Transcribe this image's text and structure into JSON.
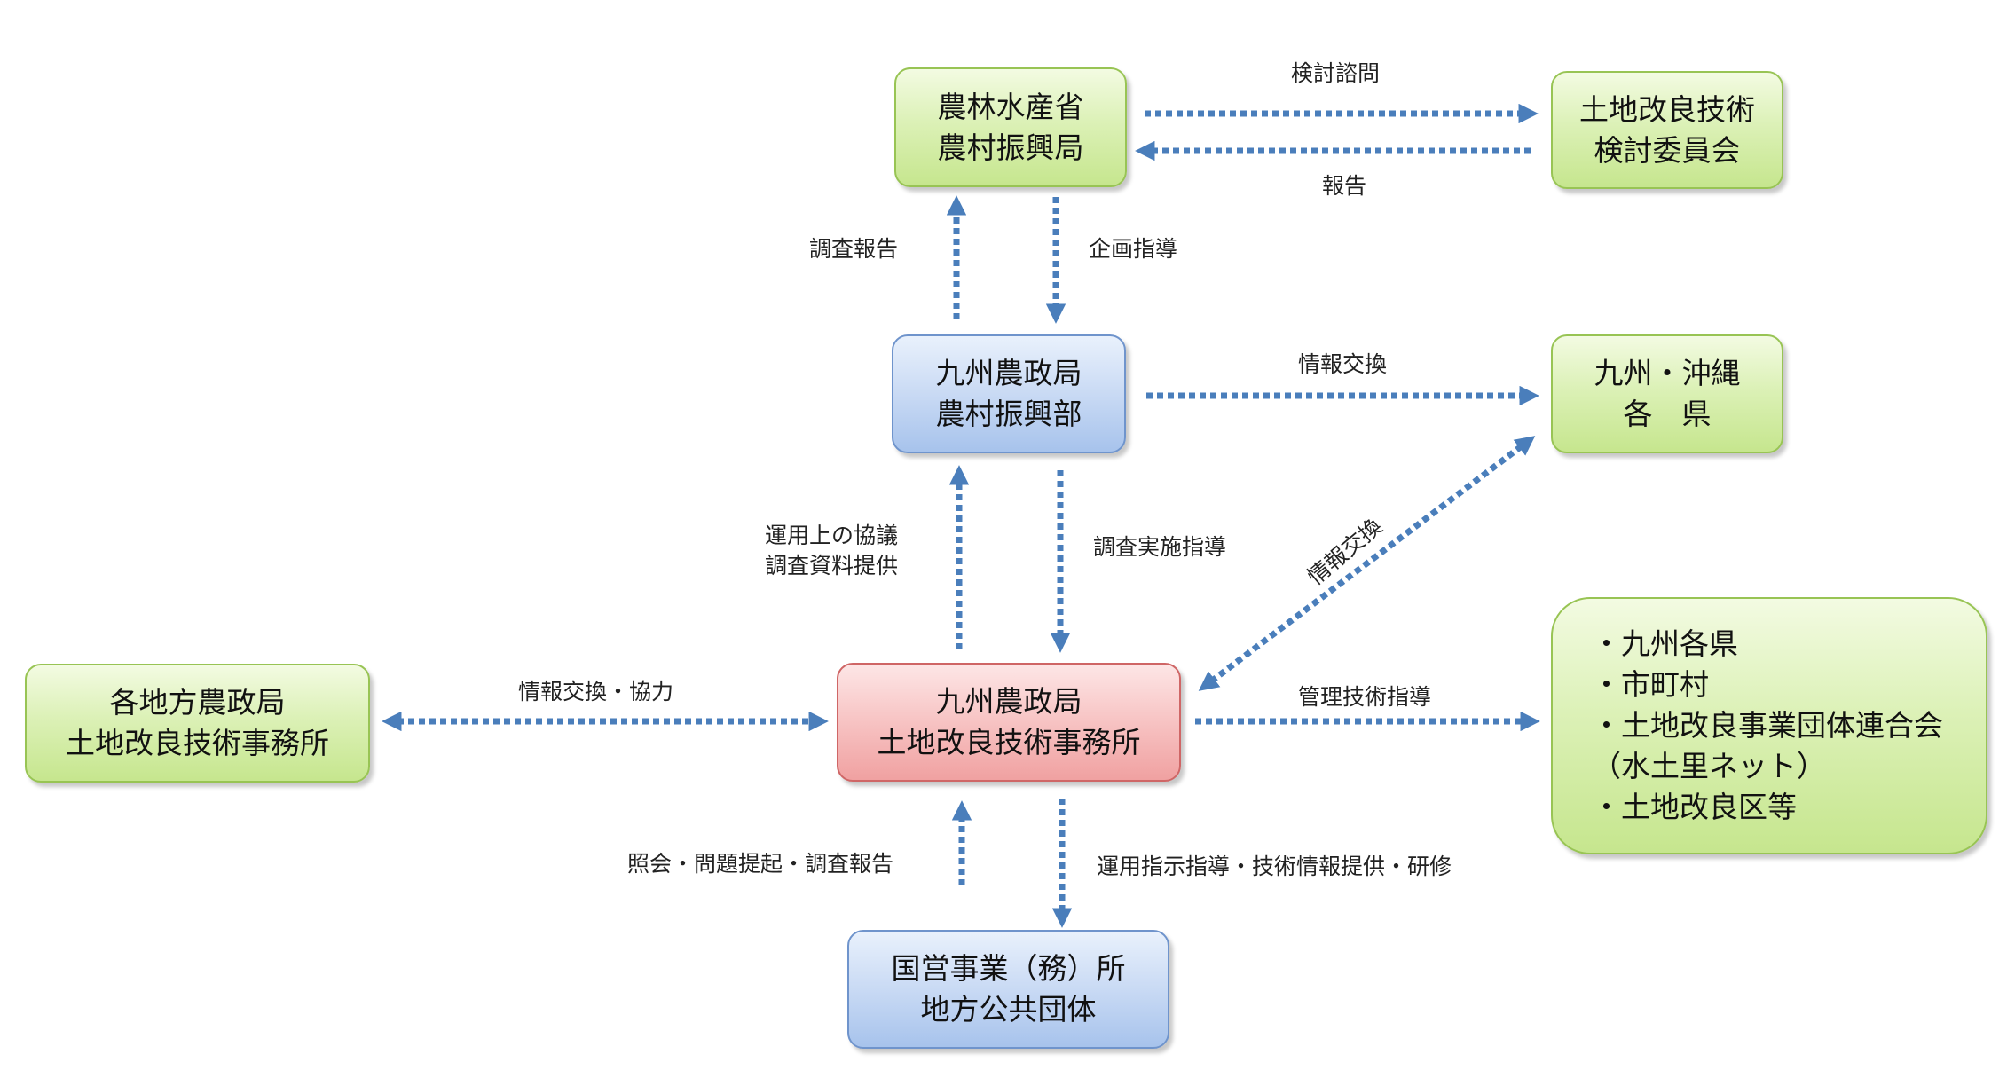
{
  "nodes": {
    "maff": {
      "lines": [
        "農林水産省",
        "農村振興局"
      ]
    },
    "committee": {
      "lines": [
        "土地改良技術",
        "検討委員会"
      ]
    },
    "kyushu_dept": {
      "lines": [
        "九州農政局",
        "農村振興部"
      ]
    },
    "prefectures": {
      "lines": [
        "九州・沖縄",
        "各　県"
      ]
    },
    "regional": {
      "lines": [
        "各地方農政局",
        "土地改良技術事務所"
      ]
    },
    "office": {
      "lines": [
        "九州農政局",
        "土地改良技術事務所"
      ]
    },
    "partners": {
      "lines": [
        "・九州各県",
        "・市町村",
        "・土地改良事業団体連合会",
        "（水土里ネット）",
        "・土地改良区等"
      ]
    },
    "national": {
      "lines": [
        "国営事業（務）所",
        "地方公共団体"
      ]
    }
  },
  "edges": {
    "consult": "検討諮問",
    "report": "報告",
    "survey_report": "調査報告",
    "planning_guidance": "企画指導",
    "info_exchange_pref": "情報交換",
    "operation_consult": [
      "運用上の協議",
      "調査資料提供"
    ],
    "survey_guidance": "調査実施指導",
    "info_exchange_diag": "情報交換",
    "info_exchange_coop": "情報交換・協力",
    "mgmt_guidance": "管理技術指導",
    "inquiry": "照会・問題提起・調査報告",
    "operation_guidance": "運用指示指導・技術情報提供・研修"
  },
  "colors": {
    "arrow": "#4a7ebb",
    "green_fill": "#d8efb0",
    "green_border": "#98c454",
    "blue_fill": "#c9daf4",
    "blue_border": "#6f94cc",
    "red_fill": "#f7c3c3",
    "red_border": "#cf6666"
  }
}
